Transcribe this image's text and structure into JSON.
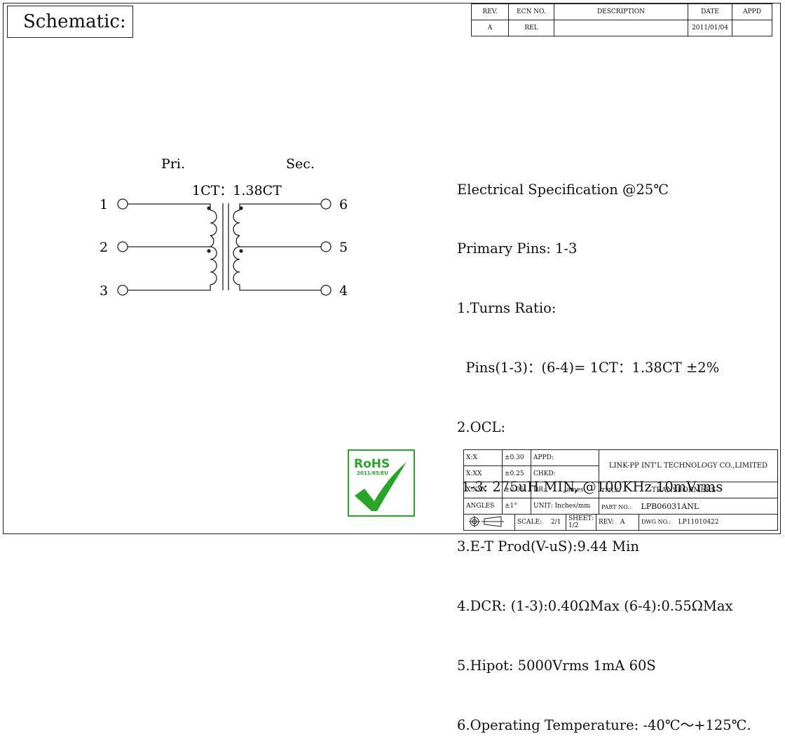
{
  "header": {
    "title": "Schematic:"
  },
  "revision_table": {
    "headers": [
      "REV.",
      "ECN NO.",
      "DESCRIPTION",
      "DATE",
      "APPD"
    ],
    "row": [
      "A",
      "REL",
      "",
      "2011/01/04",
      ""
    ]
  },
  "schematic": {
    "primary_label": "Pri.",
    "secondary_label": "Sec.",
    "ratio_label": "1CT：1.38CT",
    "pins_left": [
      "1",
      "2",
      "3"
    ],
    "pins_right": [
      "6",
      "5",
      "4"
    ]
  },
  "spec": {
    "lines": [
      "Electrical Specification @25℃",
      "Primary Pins: 1-3",
      "1.Turns Ratio:",
      "  Pins(1-3)：(6-4)= 1CT：1.38CT ±2%",
      "2.OCL:",
      " 1-3: 275uH MIN, @100KHz 10mVrms",
      "3.E-T Prod(V-uS):9.44 Min",
      "4.DCR: (1-3):0.40ΩMax (6-4):0.55ΩMax",
      "5.Hipot: 5000Vrms 1mA 60S",
      "6.Operating Temperature: -40℃～+125℃."
    ]
  },
  "rohs": {
    "logo_text": "RoHS",
    "directive": "2011/65/EU"
  },
  "title_block": {
    "tol_x_label": "X:X",
    "tol_x": "±0.30",
    "tol_xx_label": "X:XX",
    "tol_xx": "±0.25",
    "tol_xxx_label": "X:XXX",
    "tol_xxx": "±0.05",
    "angles_label": "ANGLES",
    "angles": "±1°",
    "appd_label": "APPD:",
    "appd": "",
    "chkd_label": "CHKD:",
    "chkd": "",
    "dr_label": "DR:",
    "dr": "James",
    "unit_label": "UNIT:",
    "unit": "Inches/mm",
    "company": "LINK-PP INT'L TECHNOLOGY CO.,LIMITED",
    "title_label": "TITLE:",
    "title": "TRANSFORMERS",
    "part_label": "PART NO.:",
    "part": "LPB06031ANL",
    "scale_label": "SCALE:",
    "scale": "2/1",
    "sheet_label": "SHEET:",
    "sheet": "1/2",
    "rev_label": "REV:",
    "rev": "A",
    "dwg_label": "DWG NO.:",
    "dwg": "LP11010422"
  }
}
